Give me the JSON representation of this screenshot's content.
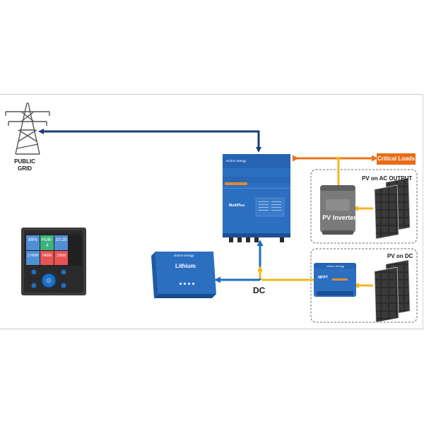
{
  "labels": {
    "public_grid": "PUBLIC\nGRID",
    "critical_loads": "Critical Loads",
    "pv_on_ac_output": "PV on AC OUTPUT",
    "pv_on_dc": "PV on DC",
    "pv_inverter": "PV Inverter",
    "dc": "DC"
  },
  "devices": {
    "multiplus": {
      "brand": "victron energy",
      "model": "MultiPlus"
    },
    "battery": {
      "brand": "victron energy",
      "model": "Lithium"
    },
    "mppt": {
      "brand": "victron energy",
      "model": "MPPT"
    }
  },
  "gx_display": {
    "tiles": [
      {
        "value": "89%"
      },
      {
        "value": "HUB-4"
      },
      {
        "value": "10:25"
      },
      {
        "value": "1745W"
      },
      {
        "value": "640W"
      },
      {
        "value": "105W"
      }
    ]
  },
  "colors": {
    "grid_line": "#1b3d7a",
    "dc_line": "#1b6fc2",
    "pv_line": "#f2b81f",
    "ac_output_line": "#e8731a",
    "victron_blue": "#2c6fc0",
    "critical_loads_bg": "#ea6b16"
  }
}
